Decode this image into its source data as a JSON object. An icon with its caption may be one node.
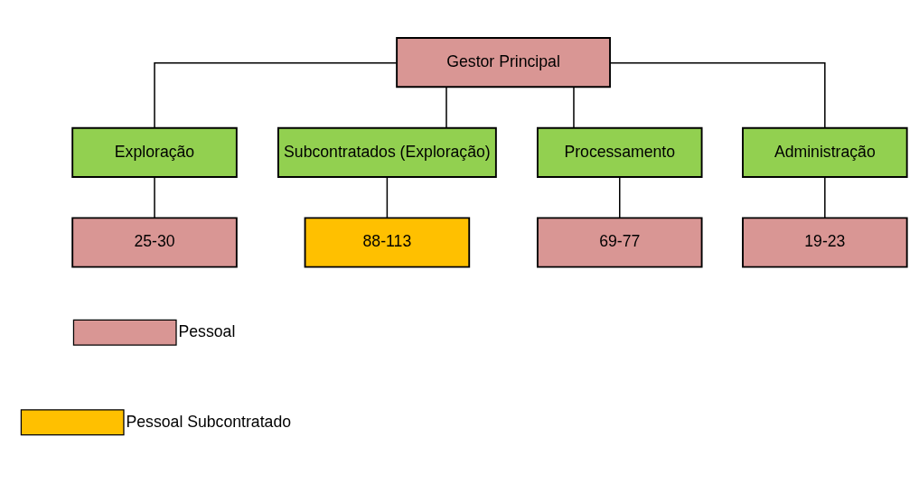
{
  "diagram": {
    "nodes": [
      {
        "text": [
          "Gestor Principal"
        ]
      },
      {
        "text": [
          "Exploração"
        ]
      },
      {
        "text": [
          "Subcontratados (Exploração)"
        ]
      },
      {
        "text": [
          "Processamento"
        ]
      },
      {
        "text": [
          "Administração"
        ]
      },
      {
        "text": [
          "25-30"
        ]
      },
      {
        "text": [
          "88-113"
        ]
      },
      {
        "text": [
          "69-77"
        ]
      },
      {
        "text": [
          "19-23"
        ]
      }
    ],
    "edges": [
      {
        "from": 0,
        "to": 1,
        "arrow": "none"
      },
      {
        "from": 0,
        "to": 2,
        "arrow": "none"
      },
      {
        "from": 0,
        "to": 3,
        "arrow": "none"
      },
      {
        "from": 0,
        "to": 4,
        "arrow": "none"
      },
      {
        "from": 1,
        "to": 5,
        "arrow": "none"
      },
      {
        "from": 2,
        "to": 6,
        "arrow": "none"
      },
      {
        "from": 3,
        "to": 7,
        "arrow": "none"
      },
      {
        "from": 4,
        "to": 8,
        "arrow": "none"
      }
    ],
    "legend": [
      {
        "text": "Pessoal",
        "color": "#d99694"
      },
      {
        "text": "Pessoal Subcontratado",
        "color": "#ffc000"
      }
    ]
  }
}
